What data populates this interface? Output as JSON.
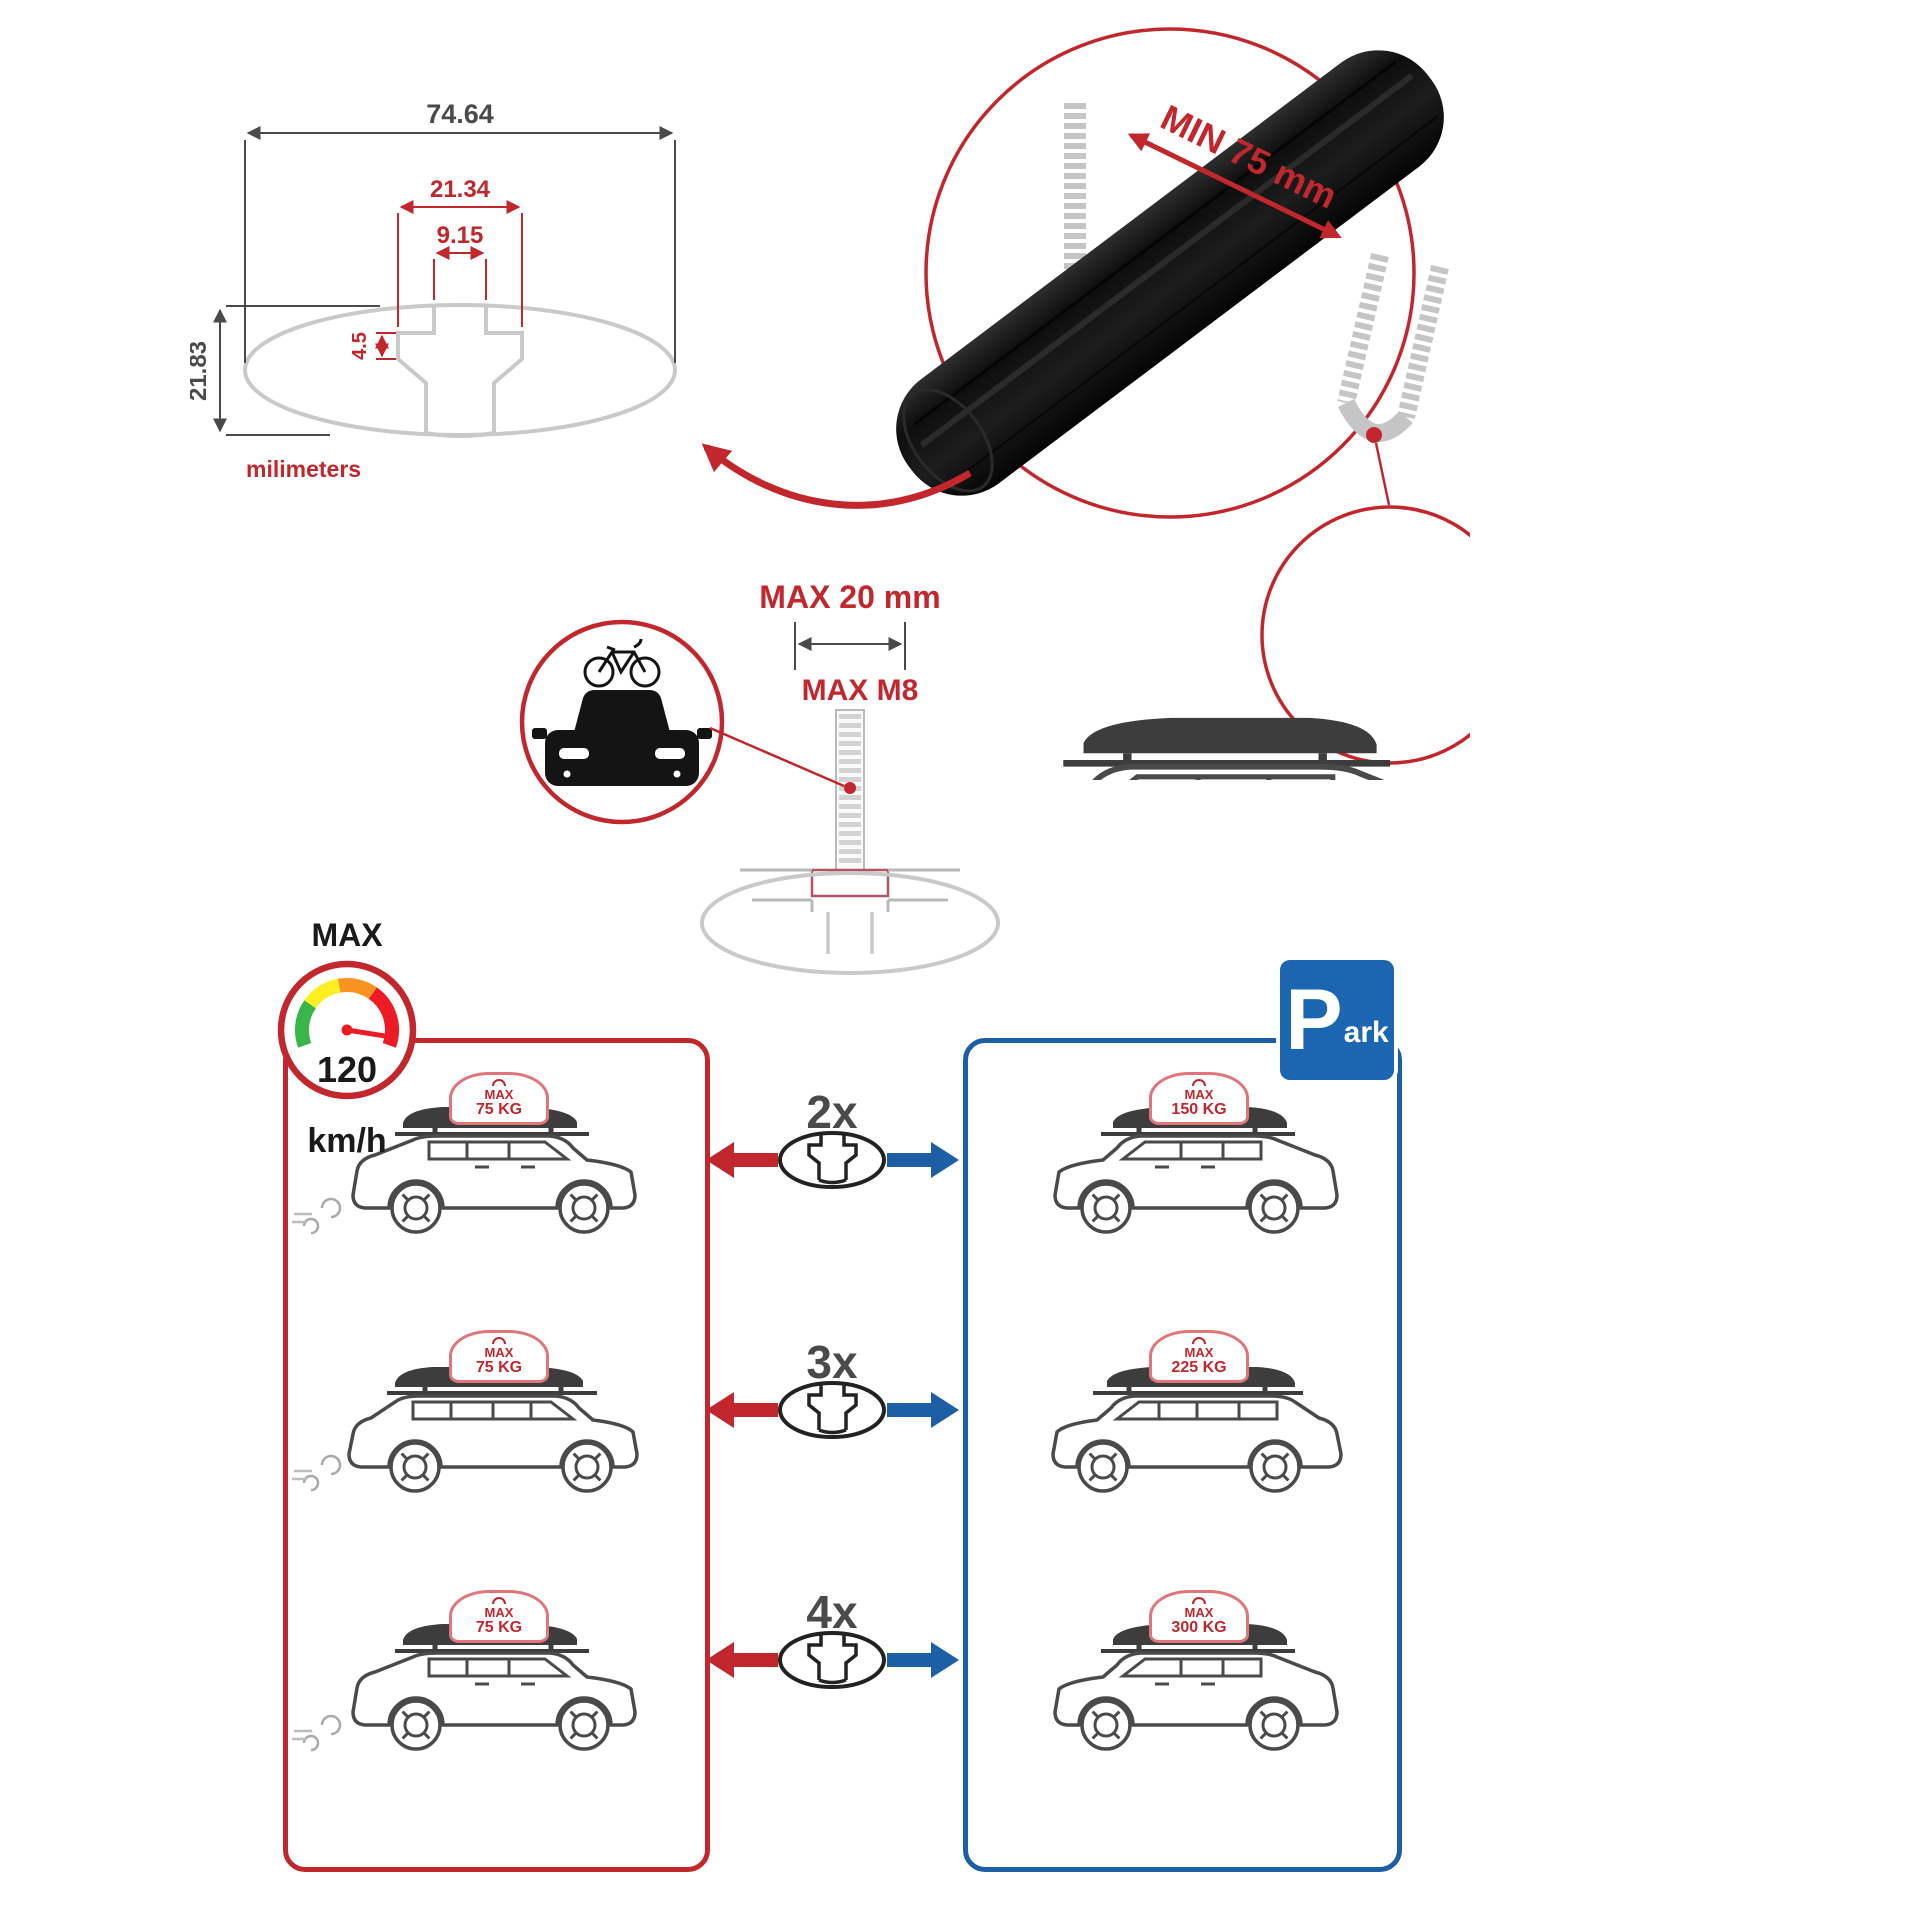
{
  "colors": {
    "red": "#c1272d",
    "blue": "#1d5fa5",
    "dark_line": "#4a4a4a",
    "profile_gray": "#c9c9c9",
    "bar_black": "#121212"
  },
  "dimension_drawing": {
    "total_width": "74.64",
    "slot_outer_width": "21.34",
    "slot_inner_width": "9.15",
    "slot_depth": "4.5",
    "total_height": "21.83",
    "units": "milimeters"
  },
  "clamp_detail": {
    "min_label": "MIN 75 mm"
  },
  "bolt_detail": {
    "max_width": "MAX 20 mm",
    "max_thread": "MAX M8"
  },
  "speed_gauge": {
    "title": "MAX",
    "value": "120",
    "unit": "km/h"
  },
  "park_sign": {
    "initial": "P",
    "rest": "ark"
  },
  "load_table": {
    "rows": [
      {
        "multiplier": "2x",
        "drive_max_line1": "MAX",
        "drive_max_line2": "75 KG",
        "park_max_line1": "MAX",
        "park_max_line2": "150 KG"
      },
      {
        "multiplier": "3x",
        "drive_max_line1": "MAX",
        "drive_max_line2": "75 KG",
        "park_max_line1": "MAX",
        "park_max_line2": "225 KG"
      },
      {
        "multiplier": "4x",
        "drive_max_line1": "MAX",
        "drive_max_line2": "75 KG",
        "park_max_line1": "MAX",
        "park_max_line2": "300 KG"
      }
    ]
  }
}
